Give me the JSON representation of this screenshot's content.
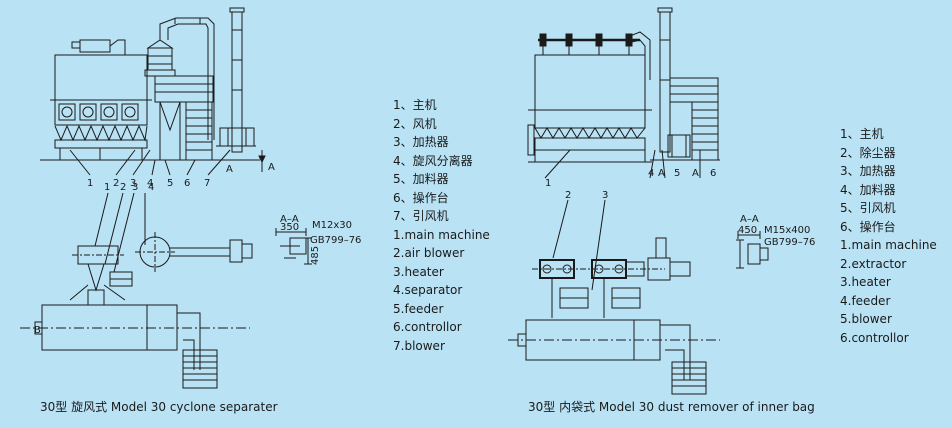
{
  "left_diagram": {
    "top_part_labels": [
      "1",
      "2",
      "3",
      "4",
      "5",
      "6",
      "7"
    ],
    "section_mark": "A",
    "bottom_part_labels": [
      "1",
      "2",
      "3",
      "4"
    ],
    "bottom_section_mark": "B",
    "section_detail": {
      "title": "A–A",
      "width": "350",
      "bolt": "M12x30",
      "standard": "GB799–76",
      "height": "485"
    }
  },
  "right_diagram": {
    "top_part_labels": [
      "1",
      "4",
      "5",
      "6"
    ],
    "section_mark": "A",
    "bottom_part_labels": [
      "2",
      "3"
    ],
    "section_detail": {
      "title": "A–A",
      "width": "450",
      "bolt": "M15x400",
      "standard": "GB799–76"
    }
  },
  "legend_cyclone": [
    "1、主机",
    "2、风机",
    "3、加热器",
    "4、旋风分离器",
    "5、加料器",
    "6、操作台",
    "7、引风机",
    "1.main machine",
    "2.air blower",
    "3.heater",
    "4.separator",
    "5.feeder",
    "6.controllor",
    "7.blower"
  ],
  "legend_bag": [
    "1、主机",
    "2、除尘器",
    "3、加热器",
    "4、加料器",
    "5、引风机",
    "6、操作台",
    "1.main machine",
    "2.extractor",
    "3.heater",
    "4.feeder",
    "5.blower",
    "6.controllor"
  ],
  "captions": {
    "left": "30型 旋风式   Model 30 cyclone separater",
    "right": "30型 内袋式   Model 30 dust remover of inner bag"
  }
}
